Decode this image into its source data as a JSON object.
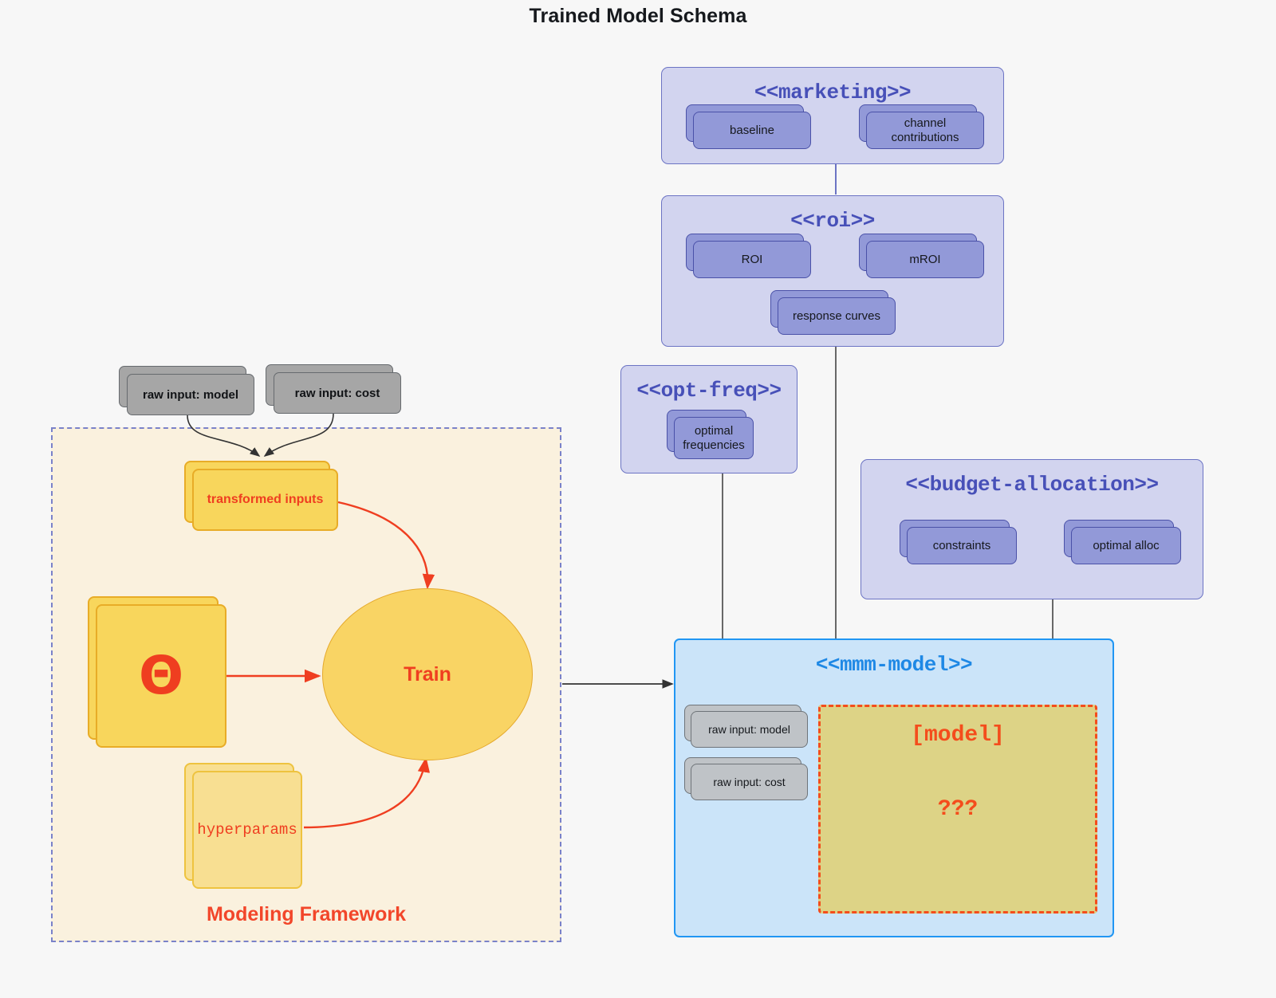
{
  "title": "Trained Model Schema",
  "framework": {
    "label": "Modeling Framework",
    "raw_inputs": [
      {
        "label": "raw input: model"
      },
      {
        "label": "raw input: cost"
      }
    ],
    "transformed_inputs": {
      "label": "transformed inputs"
    },
    "theta": {
      "label": "Θ"
    },
    "hyperparams": {
      "label": "hyperparams"
    },
    "train": {
      "label": "Train"
    }
  },
  "packages": {
    "marketing": {
      "title": "<<marketing>>",
      "components": [
        {
          "label": "baseline"
        },
        {
          "label": "channel contributions"
        }
      ]
    },
    "roi": {
      "title": "<<roi>>",
      "components": [
        {
          "label": "ROI"
        },
        {
          "label": "mROI"
        },
        {
          "label": "response curves"
        }
      ]
    },
    "opt_freq": {
      "title": "<<opt-freq>>",
      "components": [
        {
          "label": "optimal frequencies"
        }
      ]
    },
    "budget_allocation": {
      "title": "<<budget-allocation>>",
      "components": [
        {
          "label": "constraints"
        },
        {
          "label": "optimal alloc"
        }
      ]
    },
    "mmm_model": {
      "title": "<<mmm-model>>",
      "raw_inputs": [
        {
          "label": "raw input: model"
        },
        {
          "label": "raw input: cost"
        }
      ],
      "model_region": {
        "label": "[model]",
        "unknown": "???"
      }
    }
  },
  "colors": {
    "background": "#f7f7f7",
    "package_fill": "#d2d4ef",
    "package_border": "#6c74c4",
    "package_title": "#4750b8",
    "component_fill": "#9299d8",
    "component_border": "#4a51a8",
    "mmm_fill": "#cbe4f9",
    "mmm_border": "#2196f3",
    "mmm_title": "#1e88e5",
    "model_region_fill": "#ddd386",
    "model_region_border": "#f44d1c",
    "framework_fill": "#faf1de",
    "framework_border": "#7a82c9",
    "accent_red": "#ef3e20",
    "yellow_strong": "#f8d65c",
    "yellow_light": "#f8df92",
    "grey_fill": "#a6a6a6"
  }
}
